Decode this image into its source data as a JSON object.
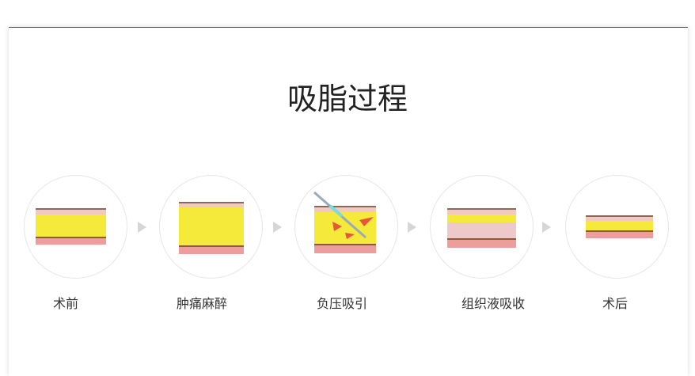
{
  "title": "吸脂过程",
  "steps": [
    {
      "label": "术前"
    },
    {
      "label": "肿痛麻醉"
    },
    {
      "label": "负压吸引"
    },
    {
      "label": "组织液吸收"
    },
    {
      "label": "术后"
    }
  ],
  "colors": {
    "fat": "#f5ea3a",
    "epidermis": "#f2c9c0",
    "muscle": "#ee9d9d"
  }
}
